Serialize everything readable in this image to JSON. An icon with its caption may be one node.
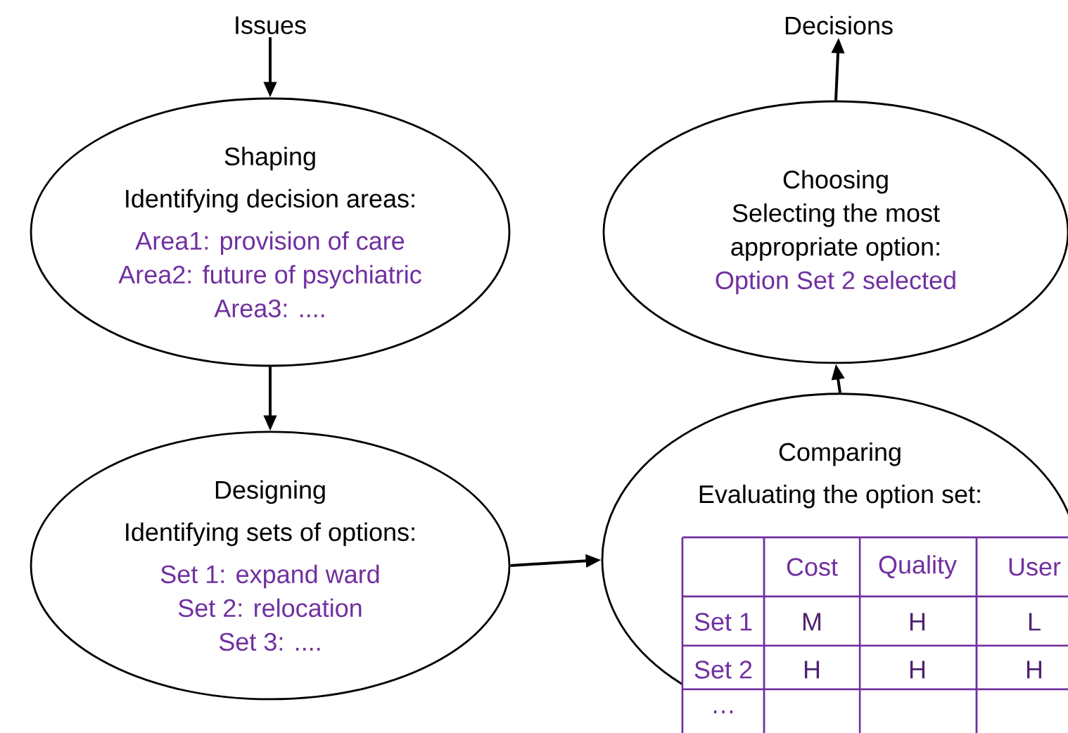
{
  "diagram": {
    "nodes": [
      {
        "text": [
          "Issues"
        ]
      },
      {
        "text": [
          "Shaping",
          "Identifying decision areas:",
          "Area1: provision of care",
          "Area2: future of psychiatric",
          "Area3: ...."
        ]
      },
      {
        "text": [
          "Designing",
          "Identifying sets of options:",
          "Set 1: expand ward",
          "Set 2: relocation",
          "Set 3: ...."
        ]
      },
      {
        "text": [
          "Comparing",
          "Evaluating the option set:"
        ]
      },
      {
        "text": [
          "Choosing",
          "Selecting the most appropriate option:",
          "Option Set 2 selected"
        ]
      },
      {
        "text": [
          "Decisions"
        ]
      }
    ],
    "edges": [
      {
        "from": 0,
        "to": 1,
        "arrow": "to"
      },
      {
        "from": 1,
        "to": 2,
        "arrow": "to"
      },
      {
        "from": 2,
        "to": 3,
        "arrow": "to"
      },
      {
        "from": 3,
        "to": 4,
        "arrow": "to"
      },
      {
        "from": 4,
        "to": 5,
        "arrow": "to"
      }
    ],
    "labels": [
      "Cost",
      "Quality",
      "User",
      "Set 1",
      "M",
      "H",
      "L",
      "Set 2",
      "H",
      "H",
      "H",
      "…"
    ]
  }
}
